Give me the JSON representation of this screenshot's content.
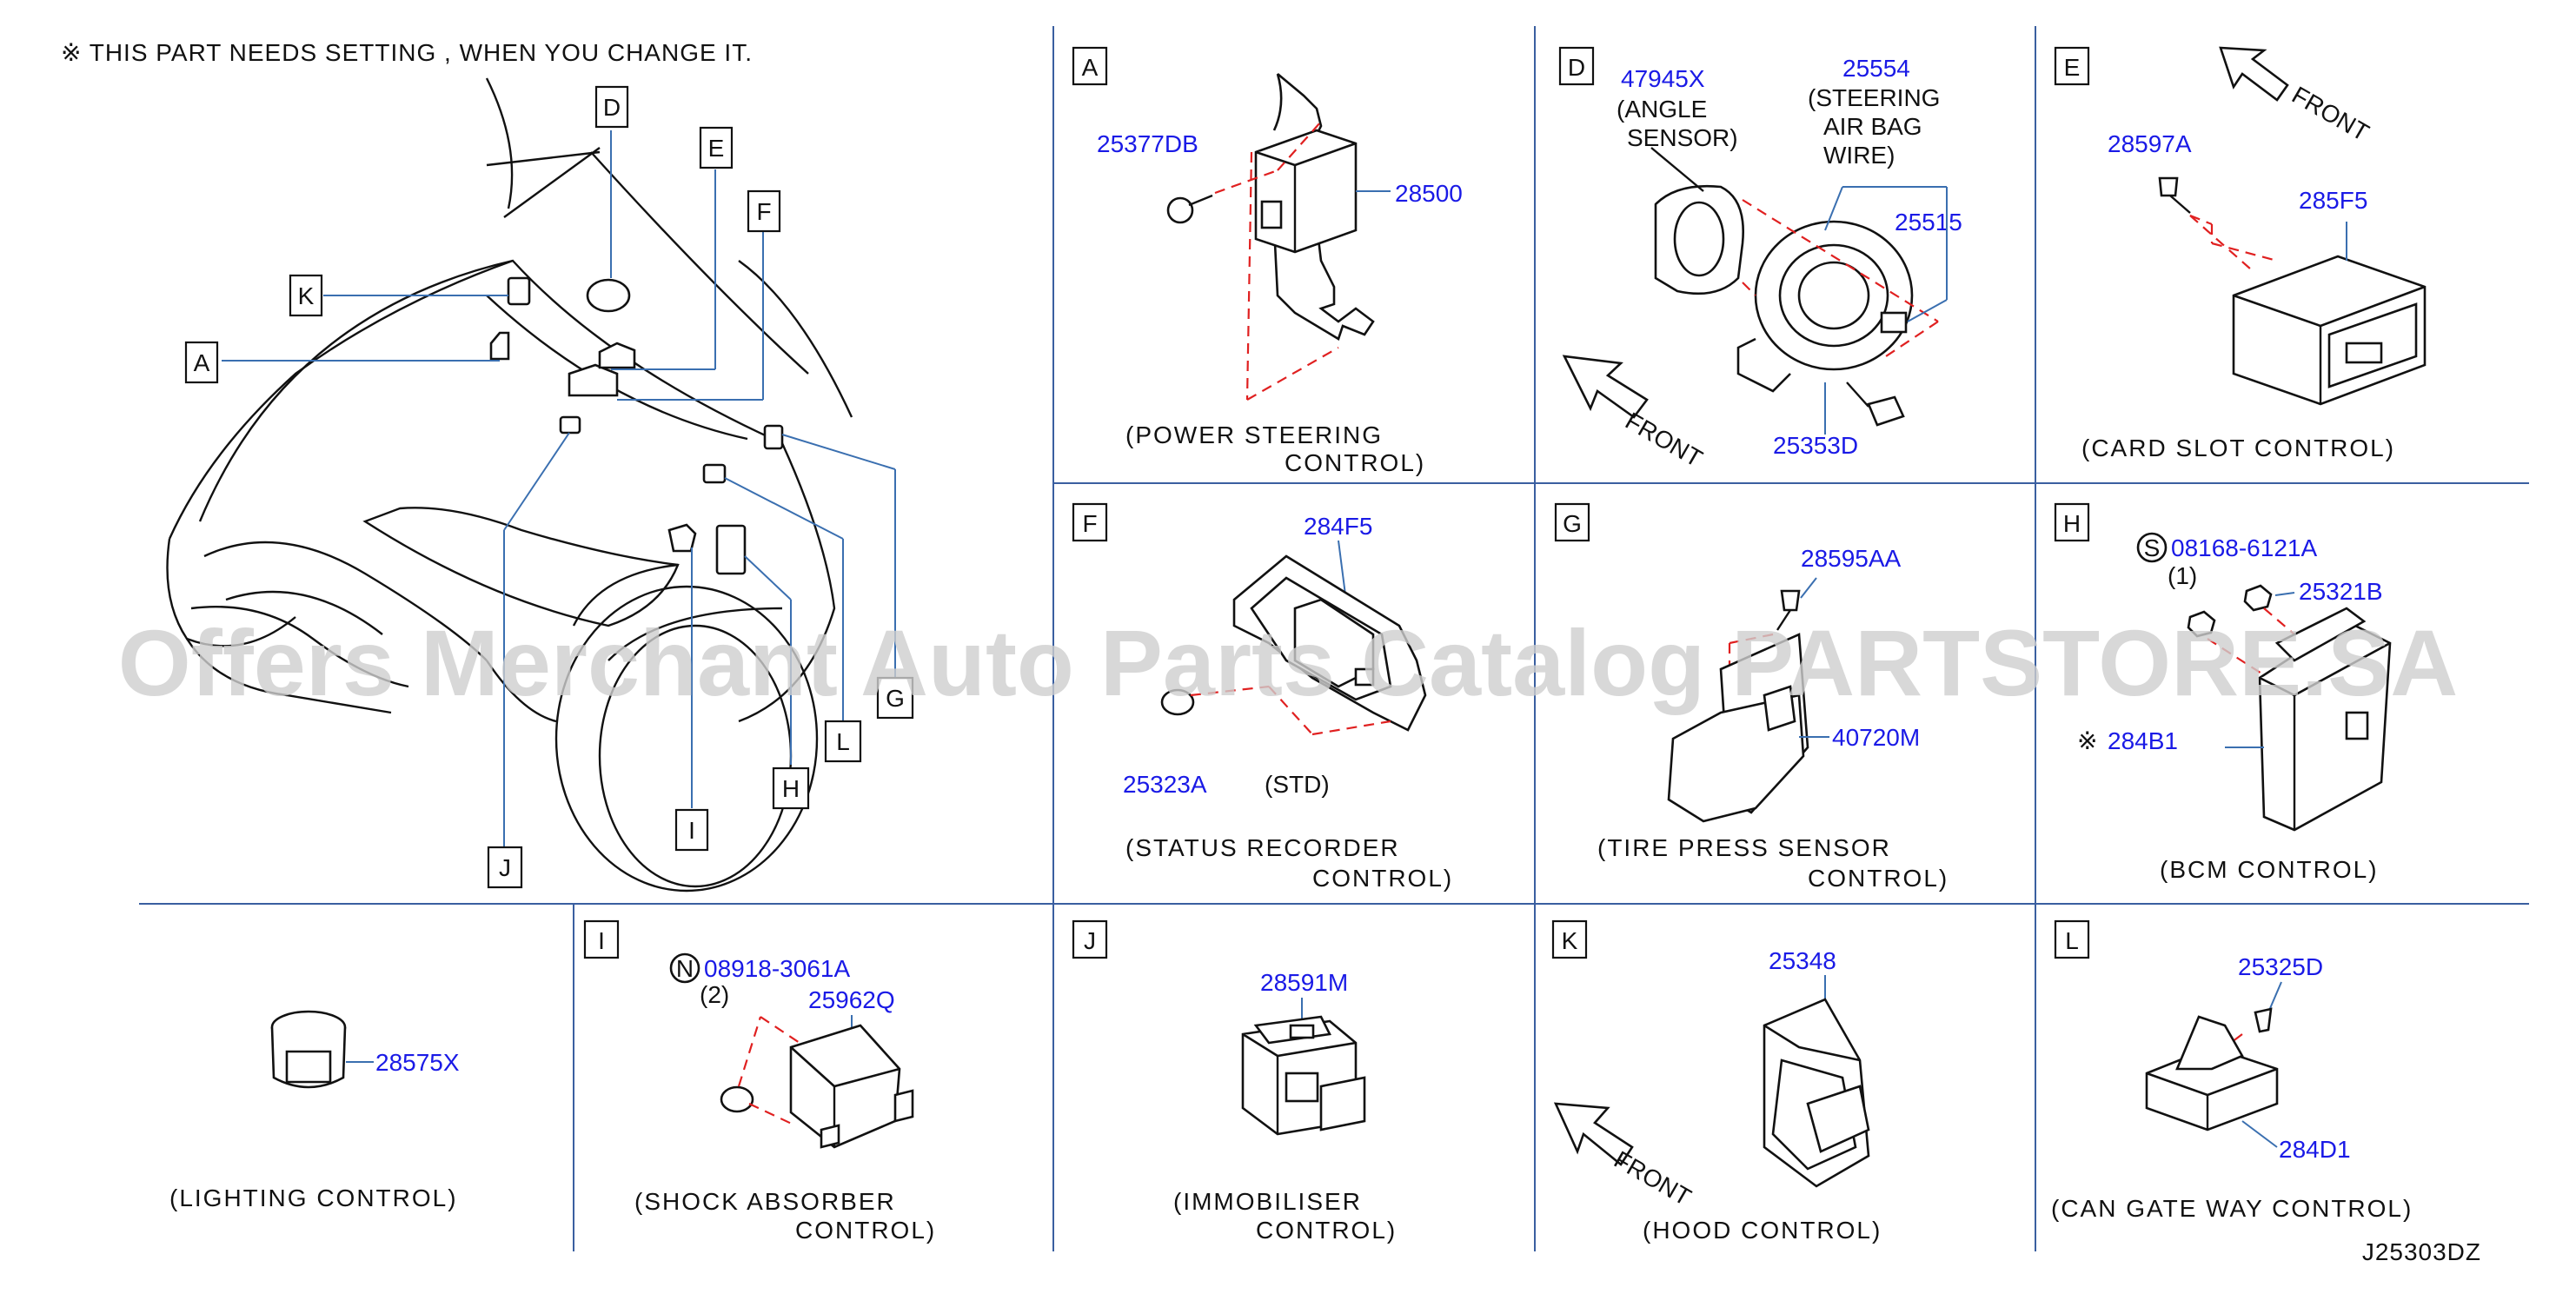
{
  "header_note": "※ THIS PART NEEDS SETTING , WHEN YOU CHANGE IT.",
  "diagram_code": "J25303DZ",
  "watermark": "Offers Merchant Auto Parts Catalog PARTSTORE.SA",
  "overview_callouts": [
    "D",
    "E",
    "F",
    "K",
    "A",
    "G",
    "L",
    "H",
    "I",
    "J"
  ],
  "panels": {
    "A": {
      "letter": "A",
      "parts": [
        "25377DB",
        "28500"
      ],
      "caption_1": "(POWER   STEERING",
      "caption_2": "CONTROL)"
    },
    "D": {
      "letter": "D",
      "parts": [
        "47945X",
        "25554",
        "25515",
        "25353D"
      ],
      "note_angle_1": "(ANGLE",
      "note_angle_2": "SENSOR)",
      "note_wire_1": "(STEERING",
      "note_wire_2": "AIR   BAG",
      "note_wire_3": "WIRE)",
      "front": "FRONT"
    },
    "E": {
      "letter": "E",
      "parts": [
        "28597A",
        "285F5"
      ],
      "front": "FRONT",
      "caption_1": "(CARD   SLOT   CONTROL)"
    },
    "F": {
      "letter": "F",
      "parts": [
        "284F5",
        "25323A"
      ],
      "std": "(STD)",
      "caption_1": "(STATUS   RECORDER",
      "caption_2": "CONTROL)"
    },
    "G": {
      "letter": "G",
      "parts": [
        "28595AA",
        "40720M"
      ],
      "caption_1": "(TIRE   PRESS   SENSOR",
      "caption_2": "CONTROL)"
    },
    "H": {
      "letter": "H",
      "s_symbol": "S",
      "parts": [
        "08168-6121A",
        "25321B",
        "284B1"
      ],
      "qty": "(1)",
      "star": "※",
      "caption_1": "(BCM   CONTROL)"
    },
    "LT": {
      "parts": [
        "28575X"
      ],
      "caption_1": "(LIGHTING   CONTROL)"
    },
    "I": {
      "letter": "I",
      "n_symbol": "N",
      "parts": [
        "08918-3061A",
        "25962Q"
      ],
      "qty": "(2)",
      "caption_1": "(SHOCK   ABSORBER",
      "caption_2": "CONTROL)"
    },
    "J": {
      "letter": "J",
      "parts": [
        "28591M"
      ],
      "caption_1": "(IMMOBILISER",
      "caption_2": "CONTROL)"
    },
    "K": {
      "letter": "K",
      "parts": [
        "25348"
      ],
      "front": "FRONT",
      "caption_1": "(HOOD   CONTROL)"
    },
    "L": {
      "letter": "L",
      "parts": [
        "25325D",
        "284D1"
      ],
      "caption_1": "(CAN   GATE   WAY       CONTROL)"
    }
  },
  "colors": {
    "part_number": "#1a1ae6",
    "grid": "#3a5fa0",
    "dashed_leader": "#e02020",
    "text": "#111111"
  }
}
